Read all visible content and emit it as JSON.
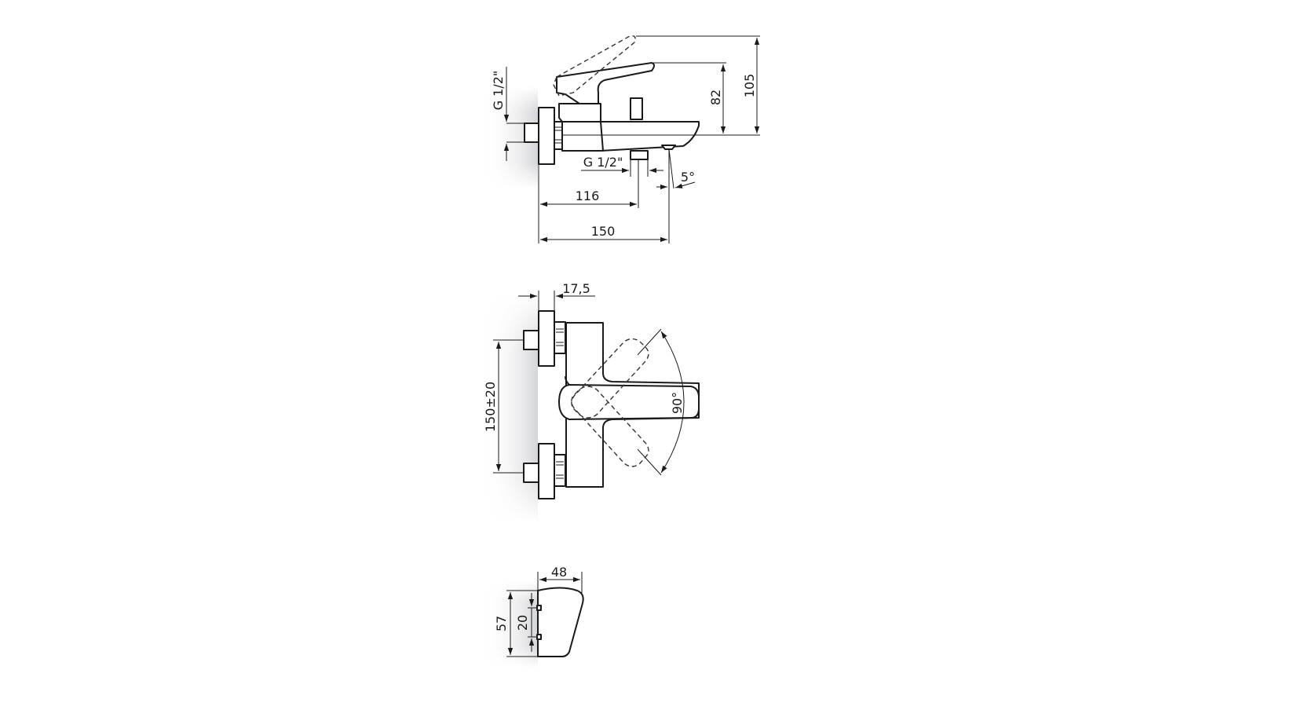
{
  "diagram": {
    "subject": "Wall-mounted single-lever bath mixer — dimension drawing",
    "background": "#ffffff",
    "line_color": "#1a1a1a",
    "wall_shade": "#d9dadc",
    "views": {
      "side_view": {
        "dimensions": {
          "inlet_thread": "G 1/2\"",
          "outlet_thread": "G 1/2\"",
          "spout_angle": "5°",
          "wall_to_outlet": "116",
          "wall_to_spout": "150",
          "lever_height": "82",
          "lever_open_height": "105"
        }
      },
      "top_view": {
        "dimensions": {
          "escutcheon_depth": "17,5",
          "inlet_spacing": "150±20",
          "lever_rotation": "90°"
        }
      },
      "spout_section": {
        "dimensions": {
          "spout_depth": "48",
          "spout_height": "57",
          "insert_spacing": "20"
        }
      }
    }
  }
}
